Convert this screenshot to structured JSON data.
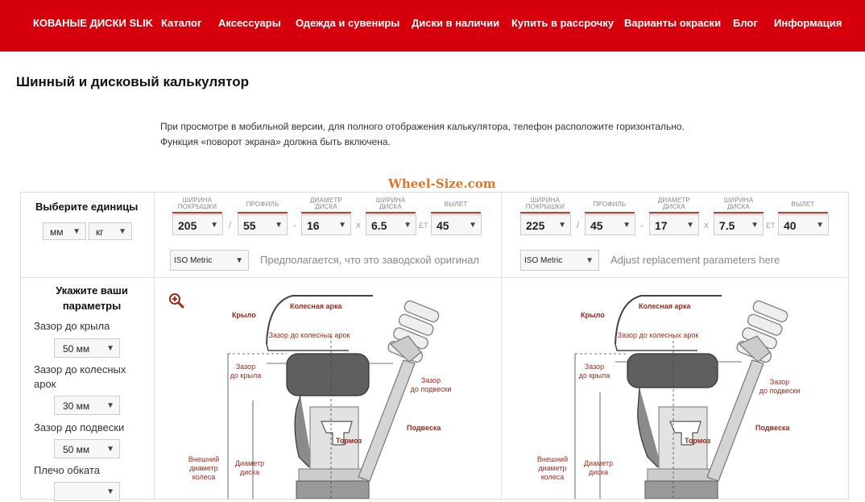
{
  "nav": {
    "brand": "КОВАНЫЕ ДИСКИ SLIK",
    "items": [
      "Каталог",
      "Аксессуары",
      "Одежда и сувениры",
      "Диски в наличии",
      "Купить в рассрочку",
      "Варианты окраски",
      "Блог",
      "Информация"
    ]
  },
  "page": {
    "title": "Шинный и дисковый калькулятор",
    "note_line1": "При просмотре в мобильной версии, для полного отображения калькулятора, телефон расположите горизонтально.",
    "note_line2": "Функция «поворот экрана» должна быть включена.",
    "logo": "Wheel-Size.com"
  },
  "units": {
    "title": "Выберите единицы",
    "length": "мм",
    "weight": "кг"
  },
  "headers": {
    "tire_width": "ШИРИНА ПОКРЫШКИ",
    "profile": "ПРОФИЛЬ",
    "rim_diameter": "ДИАМЕТР ДИСКА",
    "rim_width": "ШИРИНА ДИСКА",
    "offset": "ВЫЛЕТ"
  },
  "separators": {
    "slash": "/",
    "dash": "-",
    "x": "X",
    "et": "ET"
  },
  "original": {
    "tire_width": "205",
    "profile": "55",
    "rim_diameter": "16",
    "rim_width": "6.5",
    "offset": "45",
    "standard": "ISO Metric",
    "hint": "Предполагается, что это заводской оригинал"
  },
  "replacement": {
    "tire_width": "225",
    "profile": "45",
    "rim_diameter": "17",
    "rim_width": "7.5",
    "offset": "40",
    "standard": "ISO Metric",
    "hint": "Adjust replacement parameters here"
  },
  "params": {
    "title": "Укажите ваши параметры",
    "fender_label": "Зазор до крыла",
    "fender_value": "50 мм",
    "arch_label": "Зазор до колесных арок",
    "arch_value": "30 мм",
    "suspension_label": "Зазор до подвески",
    "suspension_value": "50 мм",
    "shoulder_label": "Плечо обката"
  },
  "diagram": {
    "wing": "Крыло",
    "wheel_arch": "Колесная арка",
    "arch_gap": "Зазор до колесных арок",
    "fender_gap_1": "Зазор",
    "fender_gap_2": "до крыла",
    "susp_gap_1": "Зазор",
    "susp_gap_2": "до подвески",
    "suspension": "Подвеска",
    "brake": "Тормоз",
    "outer_1": "Внешний",
    "outer_2": "диаметр",
    "outer_3": "колеса",
    "rim_d_1": "Диаметр",
    "rim_d_2": "диска"
  },
  "icons": {
    "zoom": "zoom-in-icon",
    "chevron": "chevron-down-icon"
  },
  "colors": {
    "brand_red": "#d6000c",
    "label_red": "#9b2a1c",
    "accent_orange": "#e0742a"
  }
}
